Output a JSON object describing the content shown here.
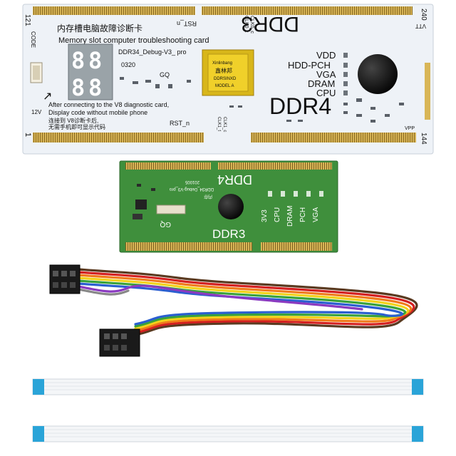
{
  "big_card": {
    "ddr3_label": "DDR3",
    "ddr4_label": "DDR4",
    "pin_121": "121",
    "pin_1": "1",
    "pin_240": "240",
    "pin_144": "144",
    "rst_top": "RST_n",
    "rst_bottom": "RST_n",
    "chinese_title": "内存槽电脑故障诊断卡",
    "english_title": "Memory slot computer troubleshooting card",
    "model": "DDR34_Debug-V3_ pro",
    "code_label": "CODE",
    "code_value": "0320",
    "gq_label": "GQ",
    "volt_12v": "12V",
    "vtt_label": "VTT",
    "vpp_label": "VPP",
    "clk_top_1": "CLK0_t",
    "clk_top_2": "CLK0_c",
    "clk_bottom_1": "CLK1_t",
    "clk_bottom_2": "CLK1_c",
    "signal_labels": [
      "VDD",
      "HDD-PCH",
      "VGA",
      "DRAM",
      "CPU"
    ],
    "instruction_1": "After connecting to the  V8 diagnostic card,",
    "instruction_2": "Display code without mobile phone",
    "instruction_3": "连接到 V8诊断卡后,",
    "instruction_4": "无需手机即可显示代码",
    "display_digits": [
      "8",
      "8",
      "8",
      "8"
    ],
    "chip_line_1": "Xinlinbang",
    "chip_line_2": "鑫林邦",
    "chip_line_3": "DDRSINXD",
    "chip_line_4": "MODEL A"
  },
  "small_card": {
    "ddr4_label": "DDR4",
    "ddr3_label": "DDR3",
    "gq_label": "GQ",
    "signal_labels": [
      "3V3",
      "CPU",
      "DRAM",
      "PCH",
      "VGA"
    ],
    "silk_1": "DDR34_Debug-V3_pro",
    "silk_2": "201005",
    "silk_3": "内存"
  },
  "colors": {
    "white_pcb": "#eef2f7",
    "green_pcb": "#3f8f3c",
    "gold": "#c9a648",
    "chip_gold": "#e6c51e",
    "display_bg": "#9aa3a8",
    "wire_colors": [
      "#5a3a20",
      "#d42020",
      "#f07a1a",
      "#f2d21a",
      "#3aa23a",
      "#2a5fd0",
      "#8a3ac0",
      "#888888"
    ],
    "ribbon_blue": "#2aa4d8"
  },
  "icons": [
    "led-display-icon",
    "pc-speaker-buzzer-icon",
    "connector-header-icon",
    "ribbon-cable-icon"
  ]
}
